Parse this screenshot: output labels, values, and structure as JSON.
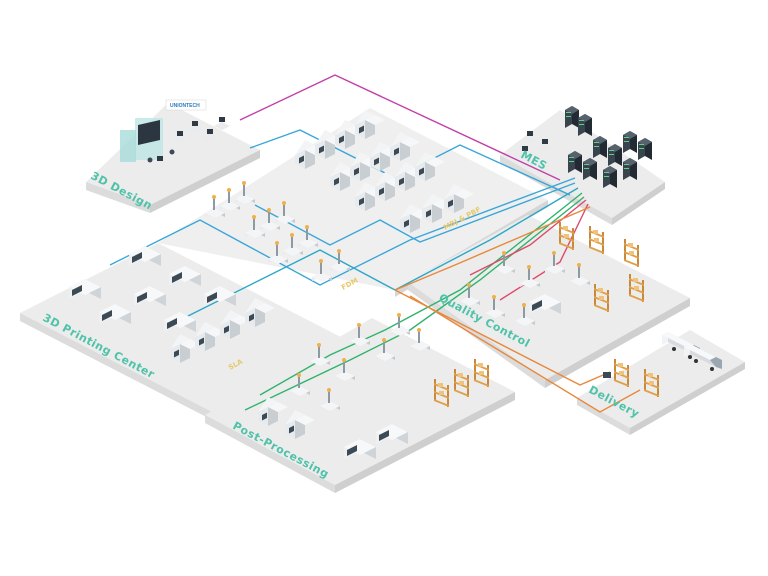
{
  "zones": {
    "design": {
      "label": "3D Design"
    },
    "printing": {
      "label": "3D Printing Center"
    },
    "mes": {
      "label": "MES"
    },
    "quality": {
      "label": "Quality Control"
    },
    "post": {
      "label": "Post-Processing"
    },
    "delivery": {
      "label": "Delivery"
    }
  },
  "sub_areas": {
    "mbj": {
      "label": "MBJ & PBF"
    },
    "fdm": {
      "label": "FDM"
    },
    "sla": {
      "label": "SLA"
    }
  },
  "logo": {
    "text": "UNIONTECH"
  },
  "colors": {
    "platform_top": "#eeeeee",
    "platform_side": "#d9d9d9",
    "label": "#4fc2a9",
    "line_magenta": "#c23fa8",
    "line_blue": "#3aa6d8",
    "line_green": "#2fb36b",
    "line_orange": "#e8883a",
    "line_red": "#e0486a",
    "machine_dark": "#3c4a55",
    "shelf_wood": "#e0a04a"
  }
}
